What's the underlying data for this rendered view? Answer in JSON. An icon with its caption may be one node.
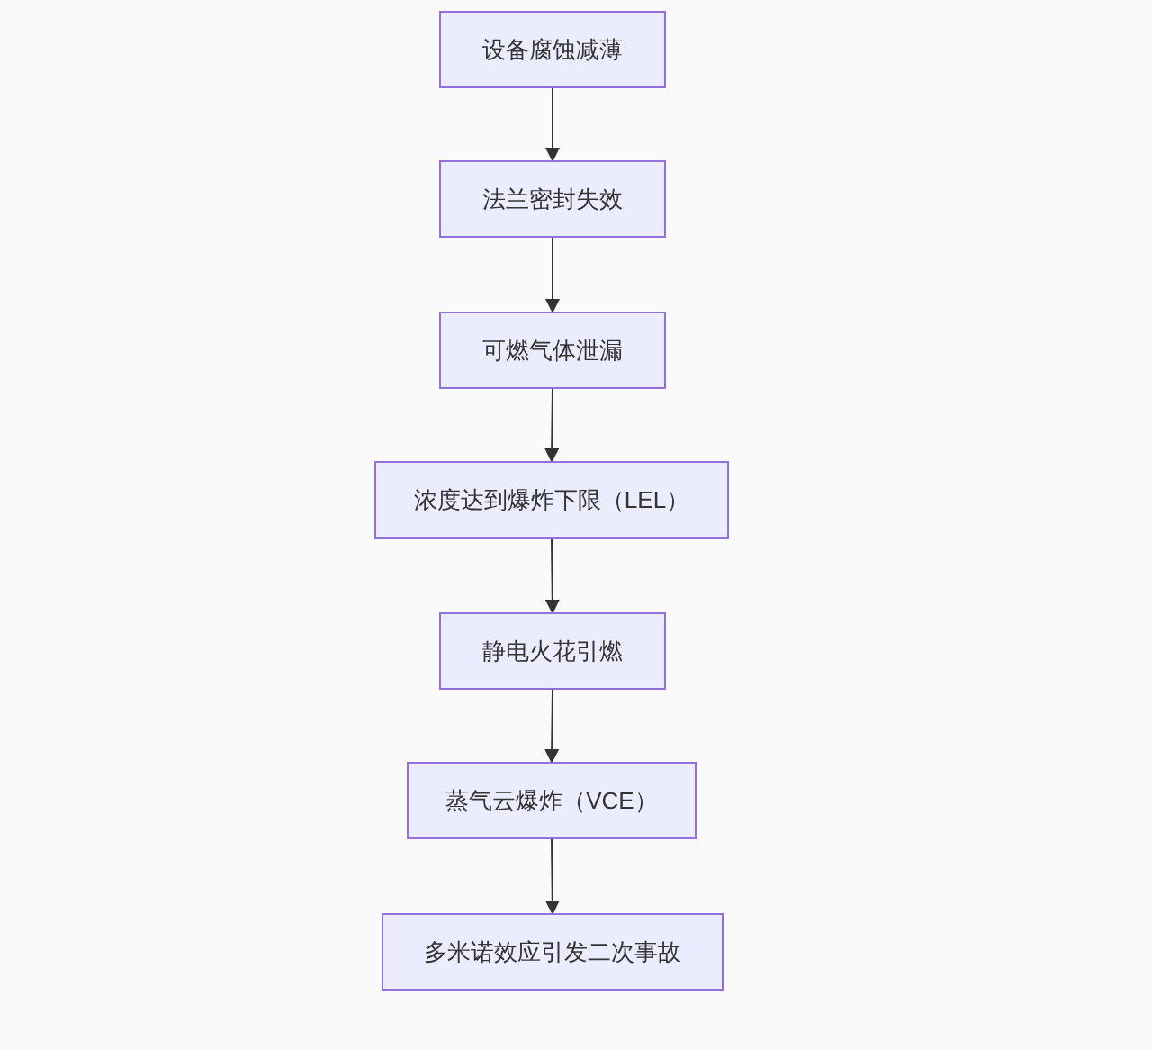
{
  "diagram": {
    "nodes": [
      {
        "text": [
          "设备腐蚀减薄"
        ]
      },
      {
        "text": [
          "法兰密封失效"
        ]
      },
      {
        "text": [
          "可燃气体泄漏"
        ]
      },
      {
        "text": [
          "浓度达到爆炸下限（LEL）"
        ]
      },
      {
        "text": [
          "静电火花引燃"
        ]
      },
      {
        "text": [
          "蒸气云爆炸（VCE）"
        ]
      },
      {
        "text": [
          "多米诺效应引发二次事故"
        ]
      }
    ],
    "edges": [
      {
        "from": 0,
        "to": 1,
        "arrow": "to"
      },
      {
        "from": 1,
        "to": 2,
        "arrow": "to"
      },
      {
        "from": 2,
        "to": 3,
        "arrow": "to"
      },
      {
        "from": 3,
        "to": 4,
        "arrow": "to"
      },
      {
        "from": 4,
        "to": 5,
        "arrow": "to"
      },
      {
        "from": 5,
        "to": 6,
        "arrow": "to"
      }
    ]
  }
}
